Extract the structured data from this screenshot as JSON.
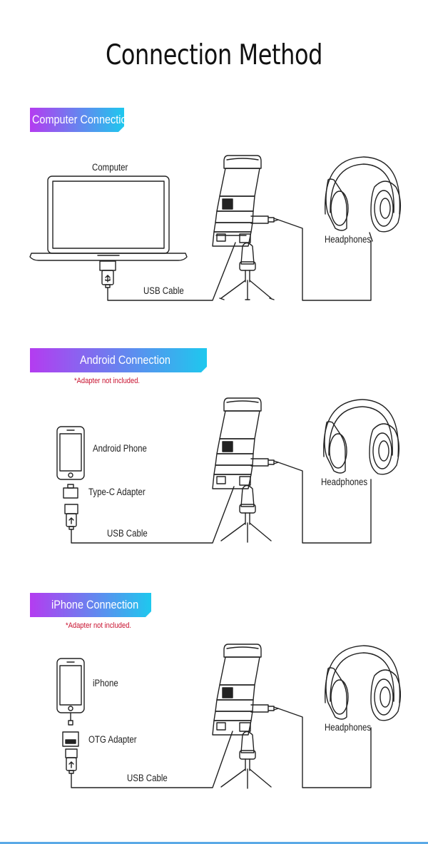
{
  "page": {
    "title": "Connection Method"
  },
  "sections": [
    {
      "banner": "Computer Connection",
      "note": "",
      "labels": {
        "computer": "Computer",
        "headphones": "Headphones",
        "usb_cable": "USB Cable"
      }
    },
    {
      "banner": "Android Connection",
      "note": "*Adapter not included.",
      "labels": {
        "phone": "Android Phone",
        "adapter": "Type-C Adapter",
        "usb_cable": "USB Cable",
        "headphones": "Headphones"
      }
    },
    {
      "banner": "iPhone Connection",
      "note": "*Adapter not included.",
      "labels": {
        "phone": "iPhone",
        "adapter": "OTG Adapter",
        "usb_cable": "USB Cable",
        "headphones": "Headphones"
      }
    }
  ],
  "colors": {
    "banner_gradient_start": "#b43cf0",
    "banner_gradient_end": "#1ec8ee",
    "note": "#c8102e",
    "line": "#222222"
  }
}
